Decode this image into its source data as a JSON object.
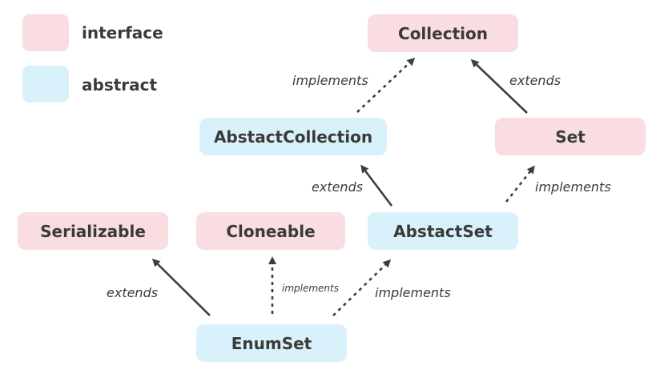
{
  "colors": {
    "interface": "#f9dde0",
    "abstract": "#d9f1fa",
    "arrow": "#3e3e3e"
  },
  "legend": {
    "interface_label": "interface",
    "abstract_label": "abstract"
  },
  "nodes": {
    "collection": {
      "label": "Collection",
      "kind": "interface"
    },
    "abstract_collection": {
      "label": "AbstactCollection",
      "kind": "abstract"
    },
    "set": {
      "label": "Set",
      "kind": "interface"
    },
    "serializable": {
      "label": "Serializable",
      "kind": "interface"
    },
    "cloneable": {
      "label": "Cloneable",
      "kind": "interface"
    },
    "abstract_set": {
      "label": "AbstactSet",
      "kind": "abstract"
    },
    "enum_set": {
      "label": "EnumSet",
      "kind": "abstract"
    }
  },
  "edges": [
    {
      "from": "AbstactCollection",
      "to": "Collection",
      "label": "implements",
      "style": "dashed"
    },
    {
      "from": "Set",
      "to": "Collection",
      "label": "extends",
      "style": "solid"
    },
    {
      "from": "AbstactSet",
      "to": "AbstactCollection",
      "label": "extends",
      "style": "solid"
    },
    {
      "from": "AbstactSet",
      "to": "Set",
      "label": "implements",
      "style": "dashed"
    },
    {
      "from": "EnumSet",
      "to": "Serializable",
      "label": "extends",
      "style": "solid"
    },
    {
      "from": "EnumSet",
      "to": "Cloneable",
      "label": "implements",
      "style": "dashed"
    },
    {
      "from": "EnumSet",
      "to": "AbstactSet",
      "label": "implements",
      "style": "dashed"
    }
  ]
}
